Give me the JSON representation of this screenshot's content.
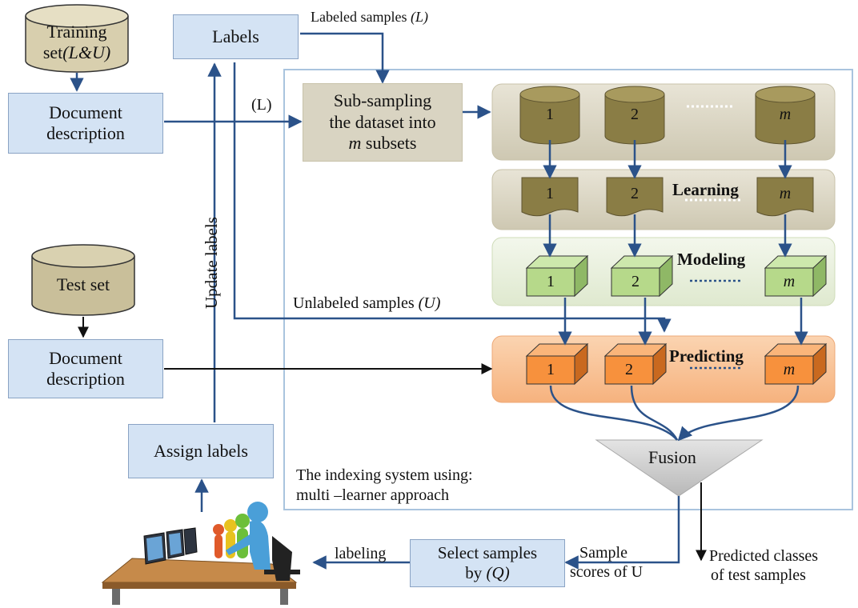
{
  "cylinders": {
    "training_set": {
      "line1": "Training",
      "line2_prefix": "set",
      "line2_italic": "(L&U)"
    },
    "test_set": {
      "label": "Test set"
    }
  },
  "boxes": {
    "labels": "Labels",
    "doc_desc_1": {
      "line1": "Document",
      "line2": "description"
    },
    "doc_desc_2": {
      "line1": "Document",
      "line2": "description"
    },
    "assign_labels": "Assign labels",
    "subsampling": {
      "line1": "Sub-sampling",
      "line2": "the dataset into",
      "line3_italic": "m",
      "line3_rest": " subsets"
    },
    "select_samples": {
      "line1": "Select samples",
      "line2_prefix": "by ",
      "line2_italic": "(Q)"
    }
  },
  "pipeline": {
    "subsets": [
      "1",
      "2",
      "m"
    ],
    "learning_label": "Learning",
    "modeling_label": "Modeling",
    "predicting_label": "Predicting",
    "fusion_label": "Fusion"
  },
  "annotations": {
    "labeled_samples": {
      "text": "Labeled samples ",
      "italic": "(L)"
    },
    "l_mark": "(L)",
    "unlabeled_samples": {
      "text": "Unlabeled samples ",
      "italic": "(U)"
    },
    "update_labels": "Update labels",
    "system_caption_line1": "The indexing system using:",
    "system_caption_line2": "multi –learner approach",
    "sample_scores": {
      "line1": "Sample",
      "line2": "scores  of U"
    },
    "predicted_classes": {
      "line1": "Predicted classes",
      "line2": "of test samples"
    },
    "labeling": "labeling"
  },
  "colors": {
    "arrow_blue": "#2b5289",
    "box_blue": "#d4e3f4",
    "cylinder_tan": "#c9bf9a",
    "band_tan": "#d9d4c2",
    "band_green": "#e9f0dc",
    "band_orange": "#f9c69c",
    "cube_green": "#b6d98a",
    "cube_orange": "#f7913d",
    "olive": "#8a7d45",
    "fusion_gray": "#cfcfcf",
    "frame_blue": "#a9c4de"
  }
}
